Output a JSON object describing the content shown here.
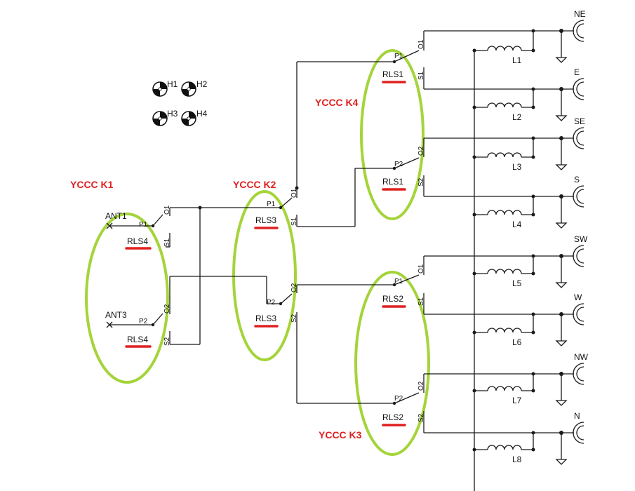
{
  "mounting_holes": [
    "H1",
    "H2",
    "H3",
    "H4"
  ],
  "groups": [
    "YCCC K1",
    "YCCC K2",
    "YCCC K4",
    "YCCC K3"
  ],
  "antennas": [
    "ANT1",
    "ANT3"
  ],
  "relays": {
    "k1_top": "RLS4",
    "k1_bottom": "RLS4",
    "k2_top": "RLS3",
    "k2_bottom": "RLS3",
    "k4_top": "RLS1",
    "k4_bottom": "RLS1",
    "k3_top": "RLS2",
    "k3_bottom": "RLS2"
  },
  "pins": {
    "p1": "P1",
    "p2": "P2",
    "o1": "O1",
    "o2": "O2",
    "s1": "S1",
    "s2": "S2"
  },
  "outputs": [
    "NE",
    "E",
    "SE",
    "S",
    "SW",
    "W",
    "NW",
    "N"
  ],
  "inductors": [
    "L1",
    "L2",
    "L3",
    "L4",
    "L5",
    "L6",
    "L7",
    "L8"
  ],
  "colors": {
    "group_label": "#e02020",
    "relay_underline": "#e02020",
    "highlight_ellipse": "#a4d43a",
    "wire": "#1a1a1a"
  }
}
